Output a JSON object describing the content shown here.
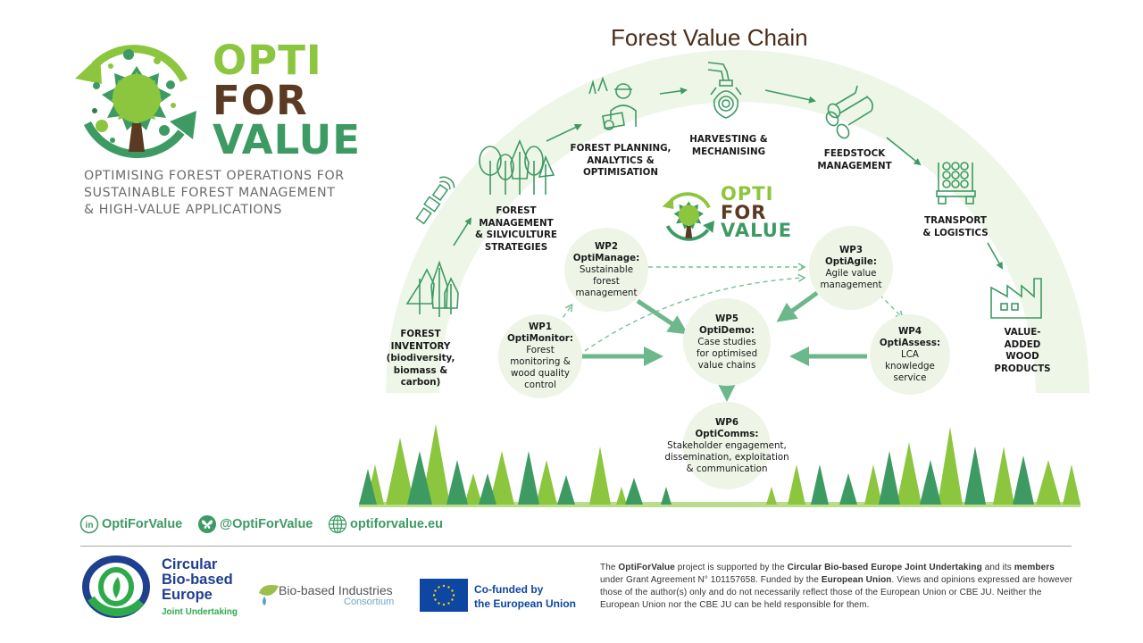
{
  "logo": {
    "line1": "OPTI",
    "line2": "FOR",
    "line3": "VALUE",
    "tagline": [
      "OPTIMISING FOREST OPERATIONS FOR",
      "SUSTAINABLE FOREST MANAGEMENT",
      "& HIGH-VALUE APPLICATIONS"
    ]
  },
  "title": "Forest Value Chain",
  "colors": {
    "green": "#3e9a63",
    "lime": "#8cc63f",
    "brown": "#5a3a22",
    "arc_fill": "#eef6e8",
    "circle_fill": "#eef5e7",
    "arrow": "#6cb88a",
    "eu_blue": "#0e47a1",
    "cbe_blue": "#1f3f8f"
  },
  "stages": [
    {
      "id": "inventory",
      "icon": "trees-icon",
      "lines": [
        "FOREST",
        "INVENTORY",
        "(biodiversity,",
        "biomass &",
        "carbon)"
      ]
    },
    {
      "id": "satellite",
      "icon": "satellite-icon"
    },
    {
      "id": "management",
      "icon": "forest-icon",
      "lines": [
        "FOREST",
        "MANAGEMENT",
        "& SILVICULTURE",
        "STRATEGIES"
      ]
    },
    {
      "id": "planning",
      "icon": "forester-tablet-icon",
      "lines": [
        "FOREST PLANNING,",
        "ANALYTICS &",
        "OPTIMISATION"
      ]
    },
    {
      "id": "harvesting",
      "icon": "harvester-head-icon",
      "lines": [
        "HARVESTING &",
        "MECHANISING"
      ]
    },
    {
      "id": "feedstock",
      "icon": "logs-icon",
      "lines": [
        "FEEDSTOCK",
        "MANAGEMENT"
      ]
    },
    {
      "id": "transport",
      "icon": "log-pallet-icon",
      "lines": [
        "TRANSPORT",
        "& LOGISTICS"
      ]
    },
    {
      "id": "products",
      "icon": "factory-icon",
      "lines": [
        "VALUE-",
        "ADDED",
        "WOOD",
        "PRODUCTS"
      ]
    }
  ],
  "work_packages": [
    {
      "id": "WP1",
      "name": "OptiMonitor:",
      "desc": [
        "Forest",
        "monitoring &",
        "wood quality",
        "control"
      ]
    },
    {
      "id": "WP2",
      "name": "OptiManage:",
      "desc": [
        "Sustainable",
        "forest",
        "management"
      ]
    },
    {
      "id": "WP3",
      "name": "OptiAgile:",
      "desc": [
        "Agile value",
        "management"
      ]
    },
    {
      "id": "WP4",
      "name": "OptiAssess:",
      "desc": [
        "LCA",
        "knowledge",
        "service"
      ]
    },
    {
      "id": "WP5",
      "name": "OptiDemo:",
      "desc": [
        "Case studies",
        "for optimised",
        "value chains"
      ]
    },
    {
      "id": "WP6",
      "name": "OptiComms:",
      "desc": [
        "Stakeholder engagement,",
        "dissemination, exploitation",
        "& communication"
      ]
    }
  ],
  "social": {
    "linkedin": "OptiForValue",
    "bluesky": "@OptiForValue",
    "website": "optiforvalue.eu"
  },
  "footer": {
    "cbe": {
      "line1": "Circular",
      "line2": "Bio-based",
      "line3": "Europe",
      "sub": "Joint Undertaking"
    },
    "bic": {
      "line1": "Bio-based Industries",
      "line2": "Consortium"
    },
    "eu": {
      "line1": "Co-funded by",
      "line2": "the European Union"
    },
    "disclaimer": {
      "p1": "The ",
      "b1": "OptiForValue",
      "p2": " project is supported by the ",
      "b2": "Circular Bio-based Europe Joint Undertaking",
      "p3": " and its ",
      "b3": "members",
      "p4": " under Grant Agreement N° 101157658. Funded by the ",
      "b4": "European Union",
      "p5": ". Views and opinions expressed are however those of the author(s) only and do not necessarily reflect those of the European Union or CBE JU. Neither the European Union nor the CBE JU can be held responsible for them."
    }
  }
}
